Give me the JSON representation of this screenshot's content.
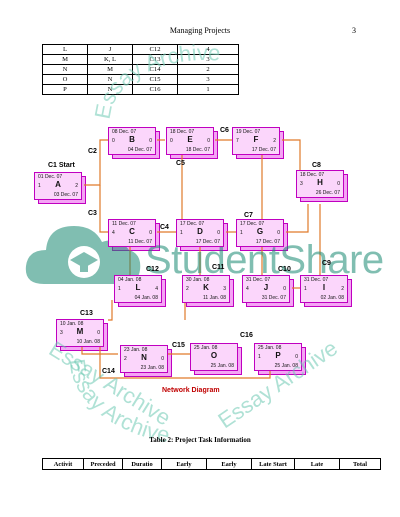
{
  "header": {
    "title": "Managing Projects",
    "page": "3"
  },
  "top_table": {
    "rows": [
      [
        "L",
        "J",
        "C12",
        "4"
      ],
      [
        "M",
        "K, L",
        "C13",
        "3"
      ],
      [
        "N",
        "M",
        "C14",
        "2"
      ],
      [
        "O",
        "N",
        "C15",
        "3"
      ],
      [
        "P",
        "N",
        "C16",
        "1"
      ]
    ]
  },
  "diagram": {
    "caption": "Network Diagram",
    "start_label": "C1  Start",
    "nodes": [
      {
        "id": "A",
        "d1": "01 Dec. 07",
        "n1": "1",
        "n2": "2",
        "d2": "03 Dec. 07"
      },
      {
        "id": "B",
        "d1": "08 Dec. 07",
        "n1": "0",
        "n2": "0",
        "d2": "04 Dec. 07"
      },
      {
        "id": "E",
        "d1": "18 Dec. 07",
        "n1": "0",
        "n2": "0",
        "d2": "18 Dec. 07"
      },
      {
        "id": "F",
        "d1": "19 Dec. 07",
        "n1": "7",
        "n2": "2",
        "d2": "17 Dec. 07"
      },
      {
        "id": "H",
        "d1": "18 Dec. 07",
        "n1": "3",
        "n2": "0",
        "d2": "26 Dec. 07"
      },
      {
        "id": "C",
        "d1": "11 Dec. 07",
        "n1": "4",
        "n2": "0",
        "d2": "11 Dec. 07"
      },
      {
        "id": "D",
        "d1": "17 Dec. 07",
        "n1": "1",
        "n2": "0",
        "d2": "17 Dec. 07"
      },
      {
        "id": "G",
        "d1": "17 Dec. 07",
        "n1": "1",
        "n2": "0",
        "d2": "17 Dec. 07"
      },
      {
        "id": "L",
        "d1": "04 Jan. 08",
        "n1": "1",
        "n2": "4",
        "d2": "04 Jan. 08"
      },
      {
        "id": "K",
        "d1": "30 Jan. 08",
        "n1": "2",
        "n2": "3",
        "d2": "11 Jan. 08"
      },
      {
        "id": "J",
        "d1": "31 Dec. 07",
        "n1": "4",
        "n2": "0",
        "d2": "31 Dec. 07"
      },
      {
        "id": "I",
        "d1": "31 Dec. 07",
        "n1": "1",
        "n2": "2",
        "d2": "02 Jan. 08"
      },
      {
        "id": "M",
        "d1": "10 Jan. 08",
        "n1": "3",
        "n2": "0",
        "d2": "10 Jan. 08"
      },
      {
        "id": "N",
        "d1": "23 Jan. 08",
        "n1": "2",
        "n2": "0",
        "d2": "23 Jan. 08"
      },
      {
        "id": "O",
        "d1": "25 Jan. 08",
        "n1": "",
        "n2": "",
        "d2": "25 Jan. 08"
      },
      {
        "id": "P",
        "d1": "25 Jan. 08",
        "n1": "1",
        "n2": "0",
        "d2": "25 Jan. 08"
      }
    ],
    "connectors": [
      "C2",
      "C3",
      "C4",
      "C5",
      "C6",
      "C7",
      "C8",
      "C9",
      "C10",
      "C11",
      "C12",
      "C13",
      "C14",
      "C15",
      "C16"
    ]
  },
  "watermark": {
    "brand": "StudentShare",
    "phrases": [
      "Essay Archive",
      "Essay Archive",
      "Essay Archive",
      "Essay Archive"
    ]
  },
  "table2": {
    "caption": "Table 2:  Project Task Information",
    "headers": [
      "Activit",
      "Preceded",
      "Duratio",
      "Early",
      "Early",
      "Late Start",
      "Late",
      "Total"
    ]
  }
}
